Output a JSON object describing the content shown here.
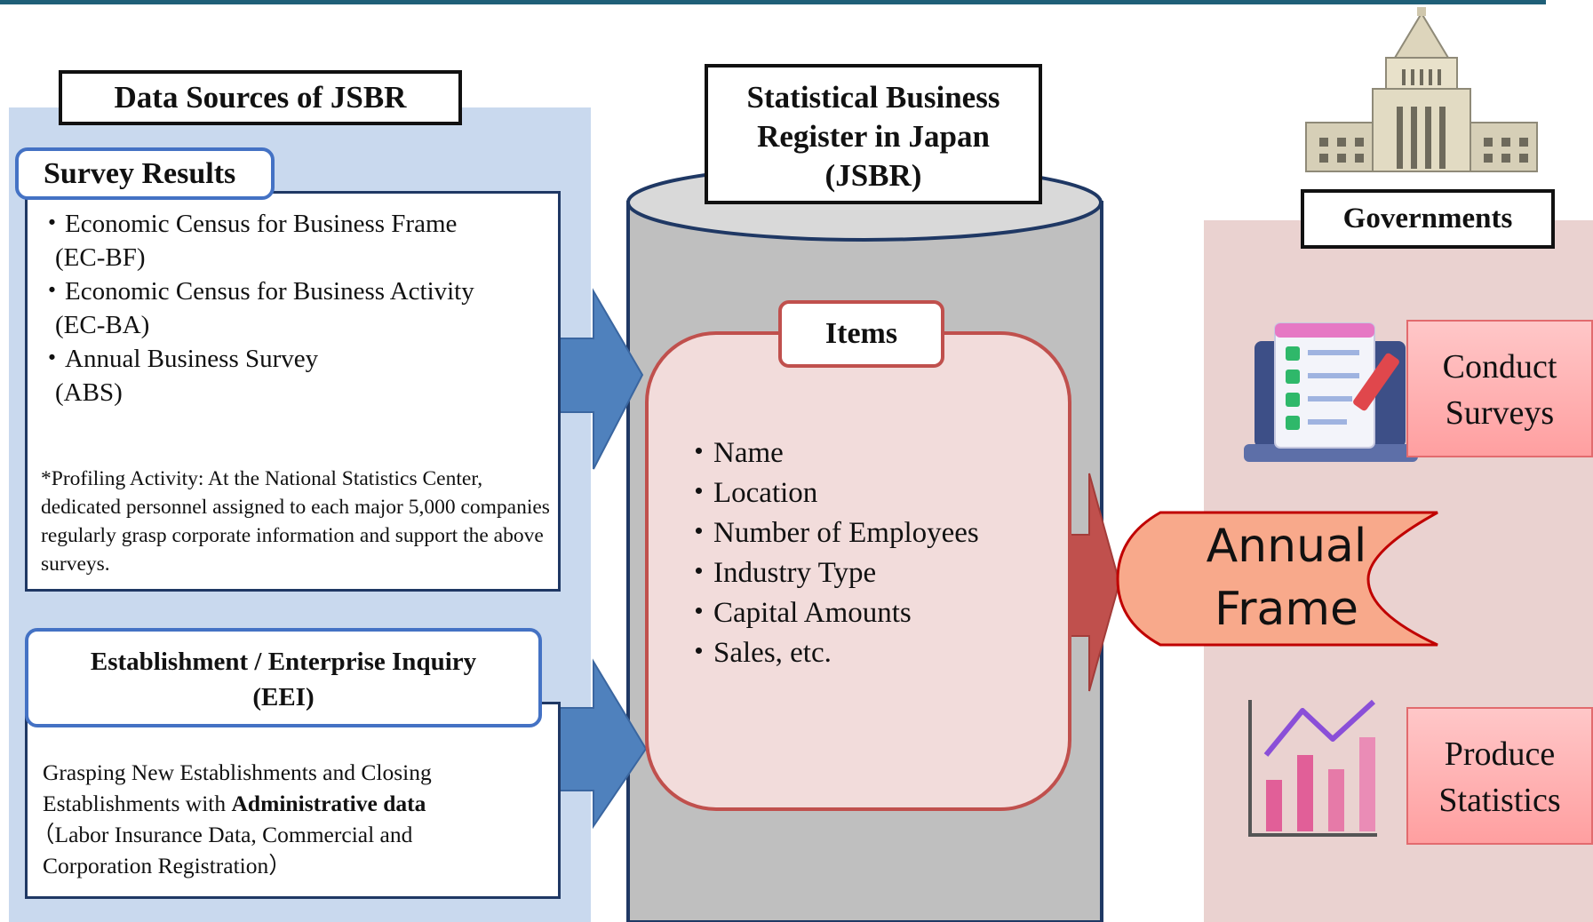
{
  "data_sources": {
    "title": "Data Sources of JSBR",
    "survey_results": {
      "heading": "Survey Results",
      "items": [
        {
          "name": "・Economic Census for Business Frame",
          "abbr": "(EC-BF)"
        },
        {
          "name": "・Economic Census for Business Activity",
          "abbr": "(EC-BA)"
        },
        {
          "name": "・Annual Business Survey",
          "abbr": "(ABS)"
        }
      ],
      "note": "*Profiling Activity: At the National Statistics Center, dedicated personnel assigned to each major 5,000 companies regularly grasp corporate information and support the above surveys."
    },
    "eei": {
      "heading_line1": "Establishment / Enterprise Inquiry",
      "heading_line2": "(EEI)",
      "body_line1": "Grasping New Establishments and Closing",
      "body_line2_pre": "Establishments with ",
      "body_line2_bold": "Administrative data",
      "body_line3": "（Labor Insurance Data, Commercial and",
      "body_line4": "Corporation Registration）"
    }
  },
  "register": {
    "title_line1": "Statistical Business",
    "title_line2": "Register in Japan",
    "title_line3": "(JSBR)",
    "items_heading": "Items",
    "items": [
      "・Name",
      "・Location",
      "・Number of Employees",
      "・Industry Type",
      "・Capital Amounts",
      "・Sales, etc."
    ]
  },
  "output": {
    "line1": "Annual",
    "line2": "Frame"
  },
  "governments": {
    "title": "Governments",
    "conduct_line1": "Conduct",
    "conduct_line2": "Surveys",
    "produce_line1": "Produce",
    "produce_line2": "Statistics"
  },
  "colors": {
    "header_rule": "#1f5f78",
    "left_panel_bg": "#c9d9ee",
    "right_panel_bg": "#ead2d0",
    "blue_arrow": "#4f81bd",
    "red_arrow": "#c0504d",
    "cylinder": "#bfbfbf",
    "items_bg": "#f2dcdb",
    "scroll": "#f8a98b"
  }
}
